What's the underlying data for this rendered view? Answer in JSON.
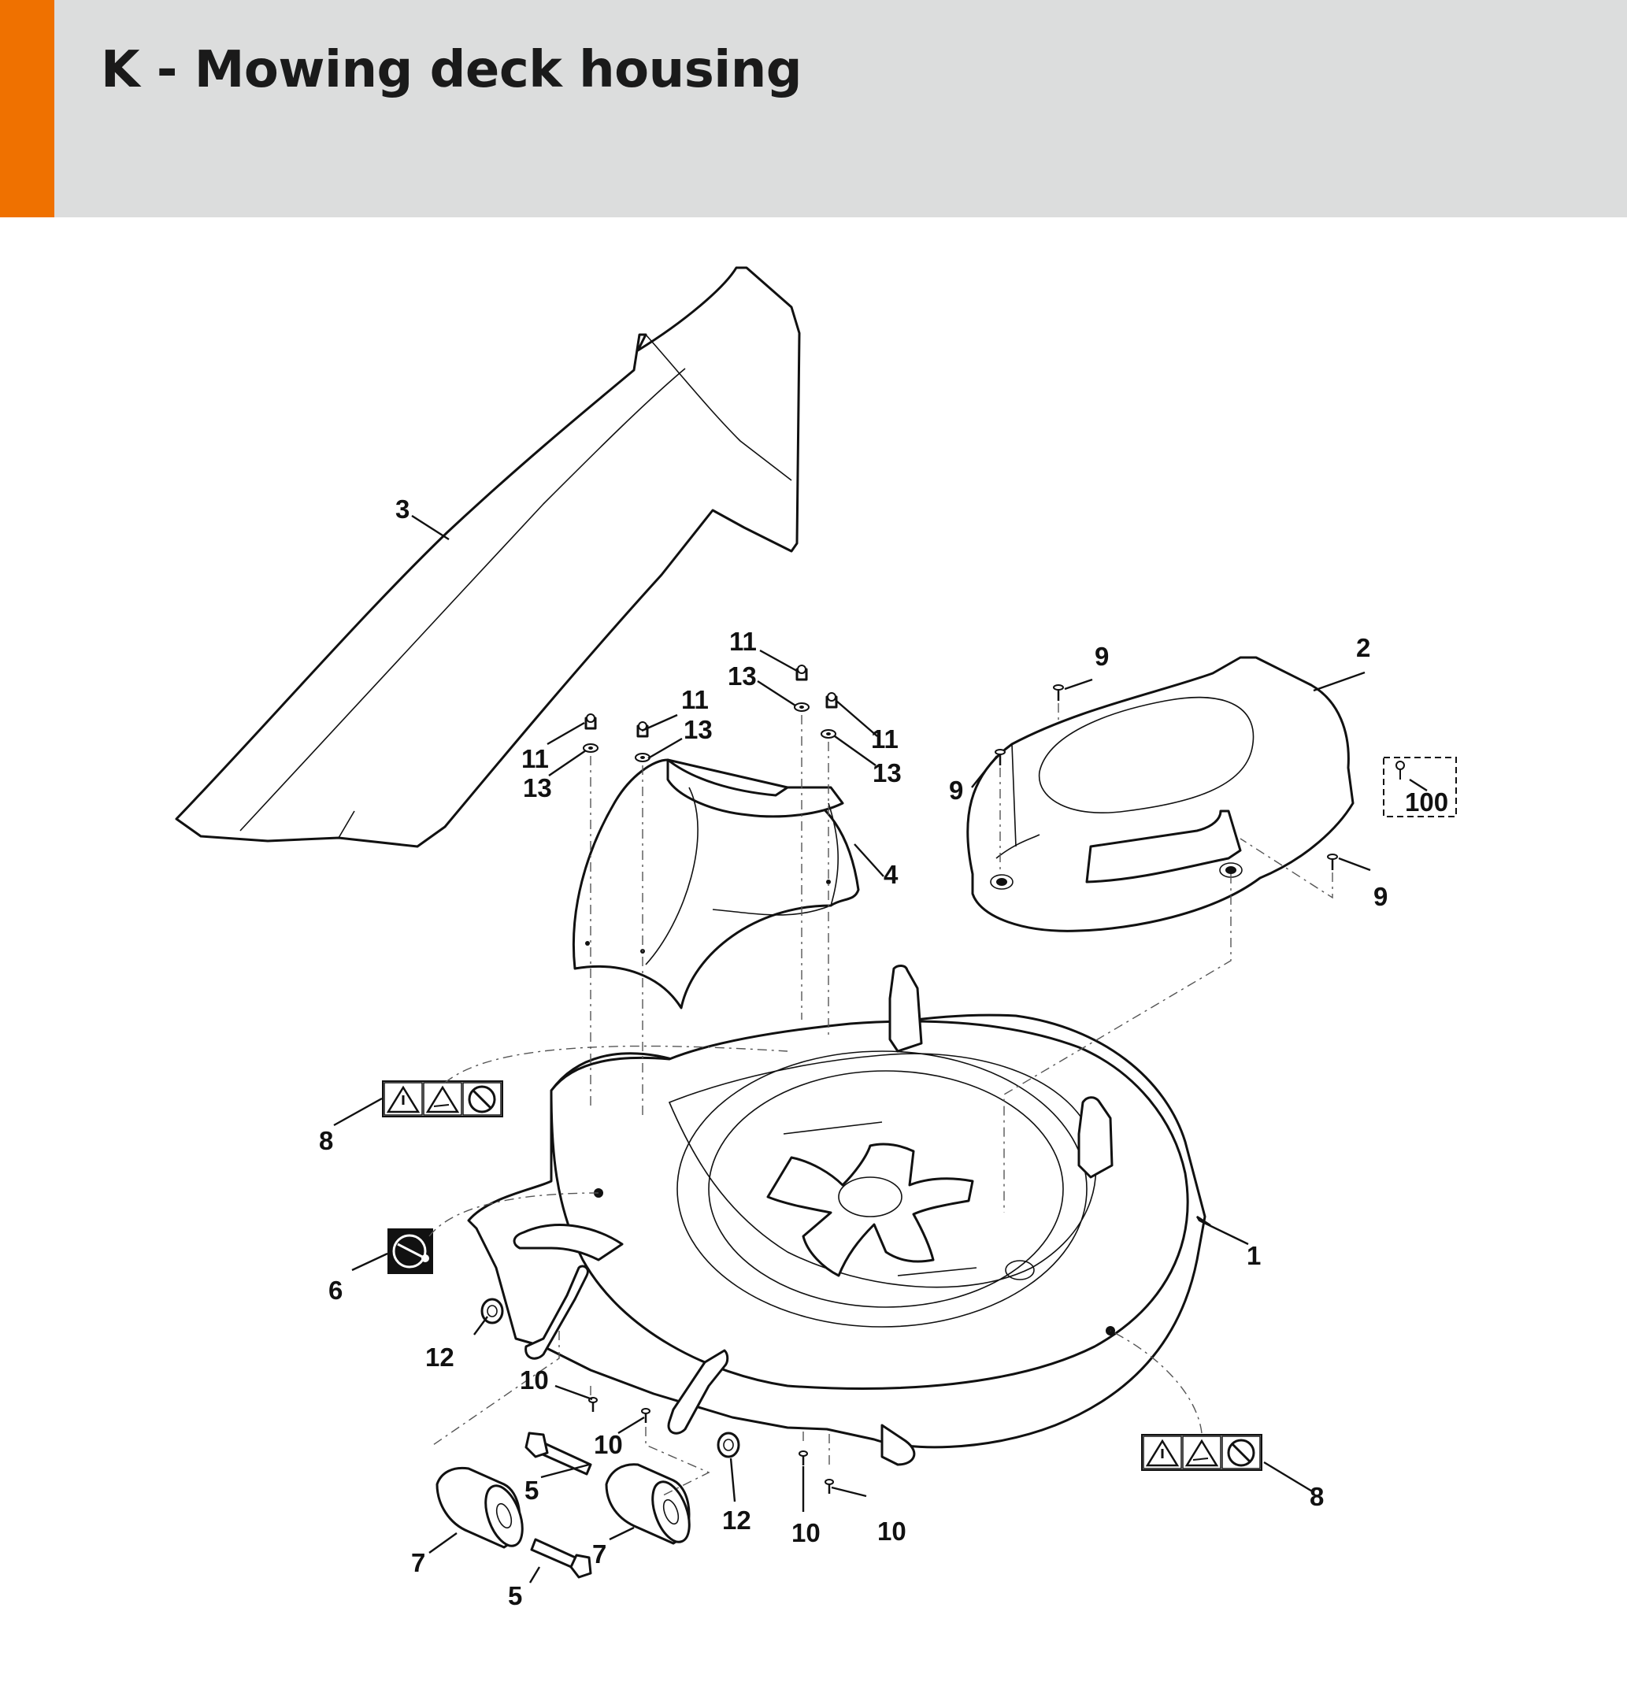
{
  "header": {
    "title": "K - Mowing deck housing",
    "accent_color": "#ef7100",
    "band_color": "#dcdddd"
  },
  "callouts": {
    "c1": "1",
    "c2": "2",
    "c3": "3",
    "c4": "4",
    "c5": "5",
    "c6": "6",
    "c7": "7",
    "c8": "8",
    "c9": "9",
    "c10": "10",
    "c11": "11",
    "c12": "12",
    "c13": "13",
    "c100": "100"
  },
  "icons": [
    "warning-triangle-icon",
    "thrown-objects-warning-icon",
    "no-hands-icon",
    "blade-direction-icon"
  ]
}
